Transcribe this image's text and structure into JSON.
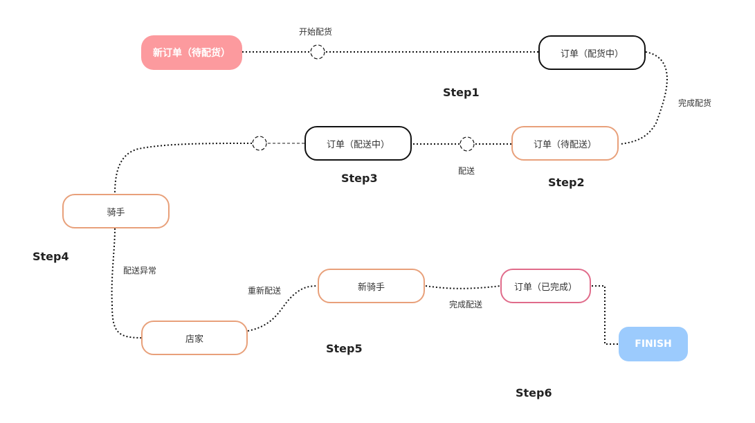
{
  "nodes": {
    "new_order": "新订单（待配货）",
    "order_picking": "订单（配货中）",
    "order_to_deliver": "订单（待配送）",
    "order_delivering": "订单（配送中）",
    "rider": "骑手",
    "store": "店家",
    "new_rider": "新骑手",
    "order_done": "订单（已完成）",
    "finish": "FINISH"
  },
  "edge_labels": {
    "start_picking": "开始配货",
    "finish_picking": "完成配货",
    "deliver": "配送",
    "delivery_exception": "配送异常",
    "redeliver": "重新配送",
    "finish_delivery": "完成配送"
  },
  "steps": {
    "step1": "Step1",
    "step2": "Step2",
    "step3": "Step3",
    "step4": "Step4",
    "step5": "Step5",
    "step6": "Step6"
  },
  "colors": {
    "start_fill": "#fc9a9e",
    "finish_fill": "#9ccbfd",
    "orange_border": "#e8a07a",
    "pink_border": "#e06b8a",
    "black_border": "#111111"
  }
}
